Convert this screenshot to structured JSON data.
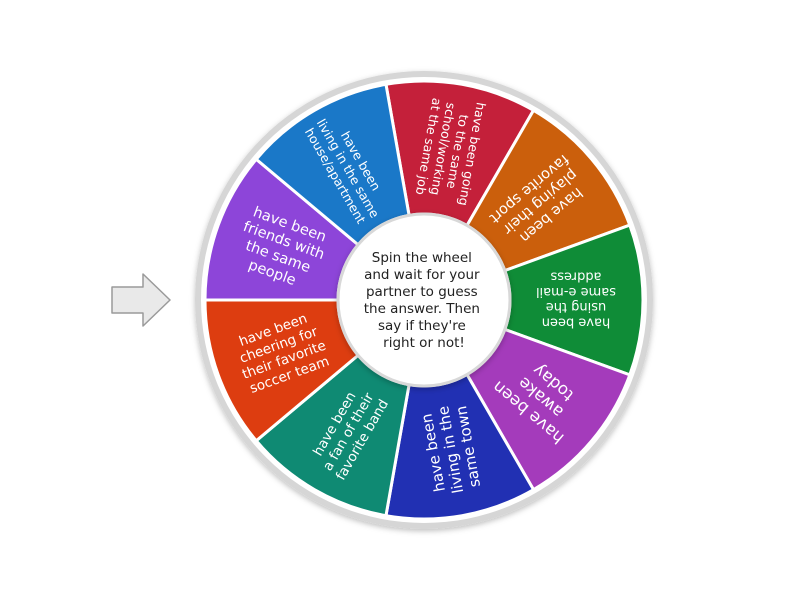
{
  "wheel": {
    "segments": [
      {
        "lines": [
          "have been going",
          "to the same",
          "school/working",
          "at the same job"
        ],
        "color": "#c4203a"
      },
      {
        "lines": [
          "have been",
          "playing their",
          "favorite sport"
        ],
        "color": "#cb5f0c"
      },
      {
        "lines": [
          "have been",
          "using the",
          "same e-mail",
          "address"
        ],
        "color": "#0f8c37"
      },
      {
        "lines": [
          "have been",
          "awake",
          "today"
        ],
        "color": "#a43bbb"
      },
      {
        "lines": [
          "have been",
          "living in the",
          "same town"
        ],
        "color": "#2130b3"
      },
      {
        "lines": [
          "have been",
          "a fan of their",
          "favorite band"
        ],
        "color": "#0f8a73"
      },
      {
        "lines": [
          "have been",
          "cheering for",
          "their favorite",
          "soccer team"
        ],
        "color": "#dd3d10"
      },
      {
        "lines": [
          "have been",
          "friends with",
          "the same",
          "people"
        ],
        "color": "#8d45d9"
      },
      {
        "lines": [
          "have been",
          "living in the same",
          "house/apartment"
        ],
        "color": "#1a78c8"
      }
    ],
    "center_lines": [
      "Spin the wheel",
      "and wait for your",
      "partner to guess",
      "the answer. Then",
      "say if they're",
      "right or not!"
    ]
  },
  "pointer": {
    "icon": "arrow-right-icon"
  }
}
